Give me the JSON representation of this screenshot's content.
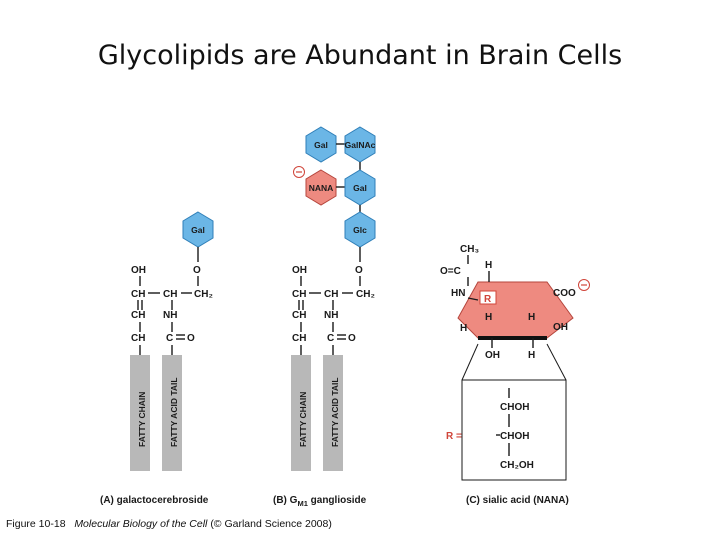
{
  "title": "Glycolipids are Abundant in Brain Cells",
  "caption": {
    "figure": "Figure 10-18",
    "book": "Molecular Biology of the Cell",
    "credit": "(© Garland Science 2008)"
  },
  "panels": {
    "a_label": "(A) galactocerebroside",
    "b_label_prefix": "(B) G",
    "b_label_sub": "M1",
    "b_label_suffix": " ganglioside",
    "c_label": "(C) sialic acid (NANA)"
  },
  "sugars": {
    "gal": "Gal",
    "galnac": "GalNAc",
    "nana": "NANA",
    "glc": "Glc"
  },
  "backbone": {
    "oh": "OH",
    "o": "O",
    "ch": "CH",
    "ch2": "CH₂",
    "nh": "NH",
    "c": "C",
    "eq_o": "O"
  },
  "tails": {
    "fatty_chain": "FATTY CHAIN",
    "fatty_acid_tail": "FATTY ACID TAIL"
  },
  "sialic": {
    "ch3": "CH₃",
    "carbonyl": "O=C",
    "hn": "HN",
    "r": "R",
    "h": "H",
    "coo": "COO",
    "oh": "OH",
    "r_equals": "R =",
    "choh": "CHOH",
    "ch2oh": "CH₂OH"
  },
  "colors": {
    "sugar_blue": "#6bb6e6",
    "sugar_red": "#ee8a80",
    "tail_gray": "#b8b8b8",
    "charge_red": "#d0453a"
  }
}
